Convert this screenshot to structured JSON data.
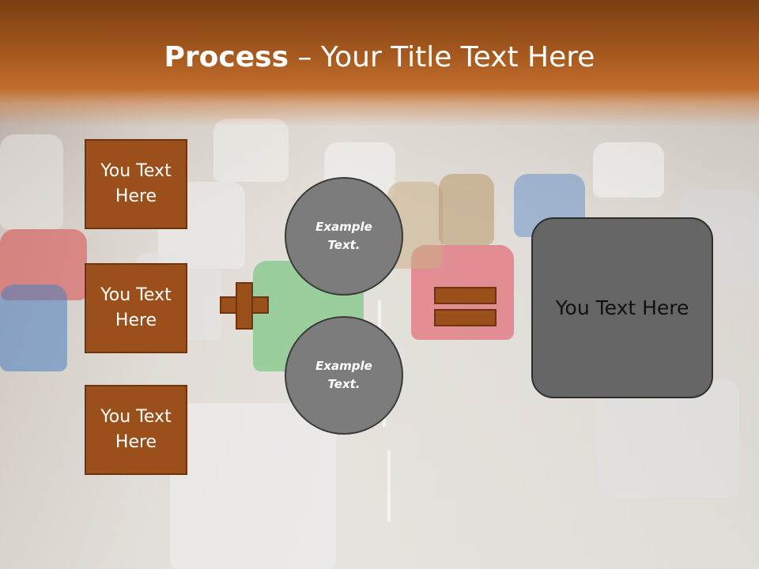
{
  "title": {
    "bold": "Process",
    "rest": " – Your Title Text Here"
  },
  "boxes": [
    {
      "label": "You Text Here"
    },
    {
      "label": "You Text Here"
    },
    {
      "label": "You Text Here"
    }
  ],
  "circles": [
    {
      "label": "Example Text."
    },
    {
      "label": "Example Text."
    }
  ],
  "result": {
    "label": "You Text Here"
  },
  "colors": {
    "accent": "#9b4f1a",
    "accent_border": "#6e3410",
    "header": "#a85a1f",
    "circle": "#7c7c7c",
    "result": "#666666"
  }
}
